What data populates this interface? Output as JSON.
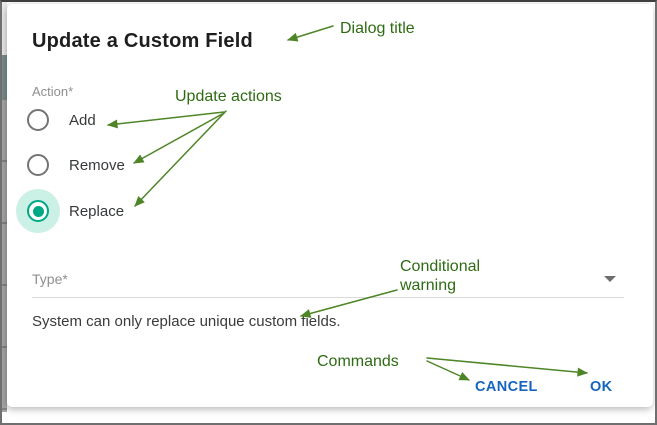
{
  "dialog": {
    "title": "Update a Custom Field",
    "action": {
      "label": "Action*",
      "options": [
        {
          "label": "Add",
          "selected": false
        },
        {
          "label": "Remove",
          "selected": false
        },
        {
          "label": "Replace",
          "selected": true
        }
      ]
    },
    "type_field": {
      "label": "Type*"
    },
    "warning_text": "System can only replace unique custom fields.",
    "buttons": {
      "cancel": "CANCEL",
      "ok": "OK"
    }
  },
  "annotations": {
    "dialog_title": "Dialog title",
    "update_actions": "Update actions",
    "conditional_warning": "Conditional warning",
    "commands": "Commands"
  },
  "colors": {
    "annotation_green": "#2e6b13",
    "arrow_green": "#4e8527",
    "button_blue": "#1565c0",
    "radio_selected_teal": "#00a886",
    "radio_halo_teal": "#cbf0e6",
    "radio_unselected_gray": "#747474",
    "field_label_gray": "#8f8f8f",
    "title_dark": "#1e1e1e"
  }
}
